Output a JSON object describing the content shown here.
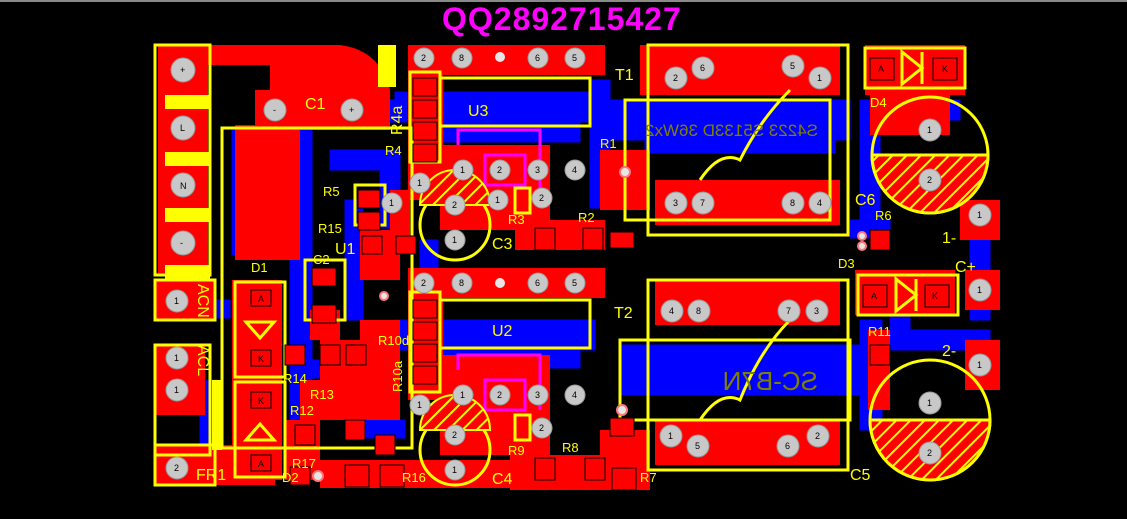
{
  "title": "QQ2892715427",
  "colors": {
    "background": "#000000",
    "top_copper": "#ff0000",
    "bottom_copper": "#0000ff",
    "silkscreen": "#ffff00",
    "pad": "#c0c0c0",
    "title_text": "#ff00ff",
    "bottom_silk_text": "#808000"
  },
  "bottom_silk_text": {
    "t1": "S4223 S5133D 36Wx2",
    "t2": "SC-B7N"
  },
  "pad_labels": {
    "plus": "+",
    "minus": "-",
    "l": "L",
    "n": "N",
    "a": "A",
    "k": "K",
    "p1": "1",
    "p2": "2",
    "p3": "3",
    "p4": "4",
    "p5": "5",
    "p6": "6",
    "p7": "7",
    "p8": "8"
  },
  "components": {
    "c1": "C1",
    "r4a": "R4a",
    "r4": "R4",
    "u3": "U3",
    "t1": "T1",
    "d4": "D4",
    "r1": "R1",
    "r5": "R5",
    "r15": "R15",
    "u1": "U1",
    "r3": "R3",
    "r2": "R2",
    "c3": "C3",
    "c6": "C6",
    "r6": "R6",
    "d1": "D1",
    "c2": "C2",
    "d3": "D3",
    "one_minus": "1-",
    "c_plus": "C+",
    "acn": "ACN",
    "u2": "U2",
    "t2": "T2",
    "r10d": "R10d",
    "r10a": "R10a",
    "r11": "R11",
    "two_minus": "2-",
    "acl": "ACL",
    "r14": "R14",
    "r13": "R13",
    "r12": "R12",
    "r9": "R9",
    "r8": "R8",
    "r17": "R17",
    "d2": "D2",
    "r16": "R16",
    "c4": "C4",
    "r7": "R7",
    "c5": "C5",
    "fr1": "FR1"
  }
}
